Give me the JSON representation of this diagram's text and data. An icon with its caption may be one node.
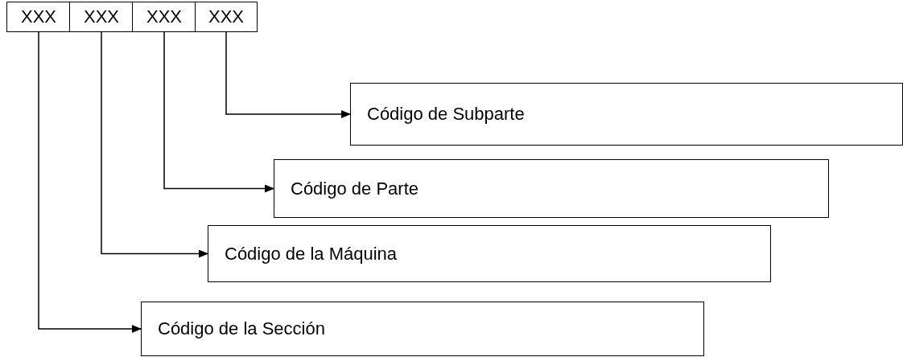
{
  "diagram": {
    "nodes": [
      {
        "text": [
          "XXX"
        ]
      },
      {
        "text": [
          "XXX"
        ]
      },
      {
        "text": [
          "XXX"
        ]
      },
      {
        "text": [
          "XXX"
        ]
      },
      {
        "text": [
          "Código de Subparte"
        ]
      },
      {
        "text": [
          "Código de Parte"
        ]
      },
      {
        "text": [
          "Código de la Máquina"
        ]
      },
      {
        "text": [
          "Código de la Sección"
        ]
      }
    ],
    "edges": [
      {
        "from": 3,
        "to": 4,
        "arrow": "to"
      },
      {
        "from": 2,
        "to": 5,
        "arrow": "to"
      },
      {
        "from": 1,
        "to": 6,
        "arrow": "to"
      },
      {
        "from": 0,
        "to": 7,
        "arrow": "to"
      }
    ]
  }
}
